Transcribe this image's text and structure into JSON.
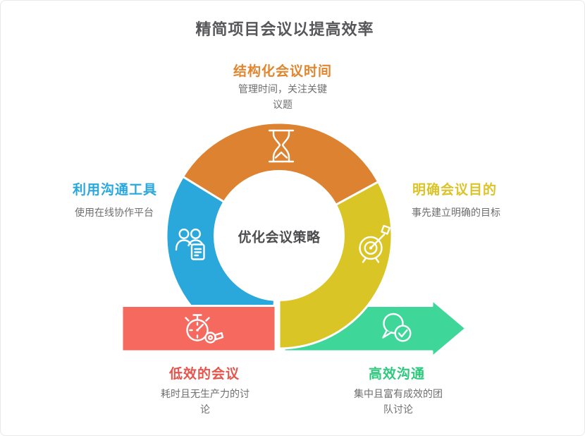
{
  "title": "精简项目会议以提高效率",
  "center_label": "优化会议策略",
  "colors": {
    "orange": "#DD8230",
    "blue": "#2AA7DB",
    "yellow": "#D9C525",
    "red": "#F5695F",
    "green": "#3FD69A",
    "heading_orange": "#E0862F",
    "heading_blue": "#29A8E0",
    "heading_yellow": "#DCC428",
    "heading_red": "#E8544C",
    "heading_green": "#2EC87E",
    "title_color": "#57575A",
    "center_color": "#4D4D50",
    "body_color": "#6E6E6E"
  },
  "sections": {
    "top": {
      "heading": "结构化会议时间",
      "lines": [
        "管理时间，关注关键",
        "议题"
      ],
      "icon": "hourglass-icon"
    },
    "left": {
      "heading": "利用沟通工具",
      "lines": [
        "使用在线协作平台"
      ],
      "icon": "team-document-icon"
    },
    "right": {
      "heading": "明确会议目的",
      "lines": [
        "事先建立明确的目标"
      ],
      "icon": "target-arrow-icon"
    },
    "bottom_left": {
      "heading": "低效的会议",
      "lines": [
        "耗时且无生产力的讨",
        "论"
      ],
      "icon": "stopwatch-whistle-icon"
    },
    "bottom_right": {
      "heading": "高效沟通",
      "lines": [
        "集中且富有成效的团",
        "队讨论"
      ],
      "icon": "chat-check-icon"
    }
  }
}
